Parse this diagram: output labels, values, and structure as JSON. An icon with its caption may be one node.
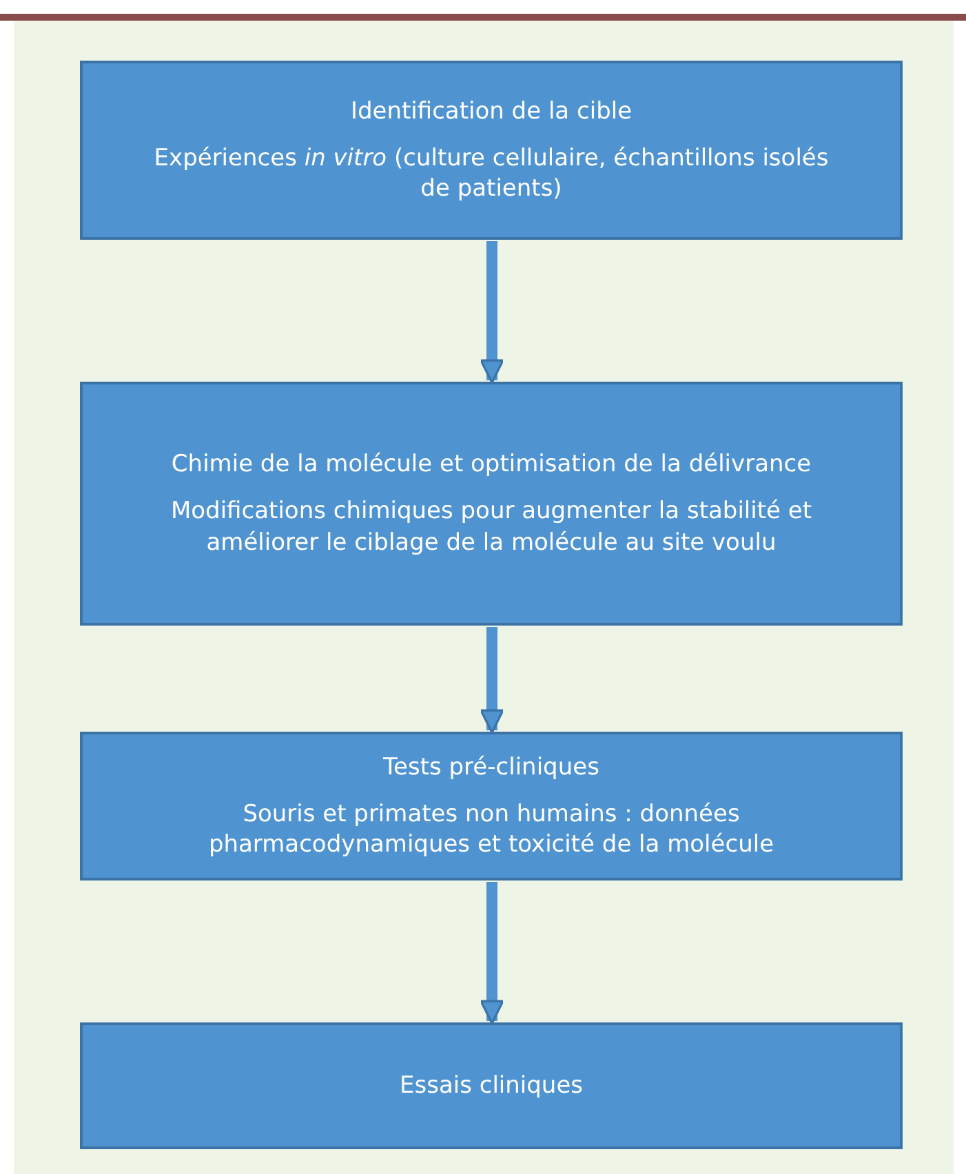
{
  "diagram": {
    "nodes": [
      {
        "text": [
          "Identification de la cible",
          "Expériences *in vitro* (culture cellulaire, échantillons isolés de patients)"
        ]
      },
      {
        "text": [
          "Chimie de la molécule et optimisation de la délivrance",
          "Modifications chimiques pour augmenter la stabilité et améliorer le ciblage de la molécule au site voulu"
        ]
      },
      {
        "text": [
          "Tests pré-cliniques",
          "Souris et primates non humains : données pharmacodynamiques et toxicité de la molécule"
        ]
      },
      {
        "text": [
          "Essais cliniques"
        ]
      }
    ],
    "edges": [
      {
        "from": 0,
        "to": 1,
        "arrow": "to"
      },
      {
        "from": 1,
        "to": 2,
        "arrow": "to"
      },
      {
        "from": 2,
        "to": 3,
        "arrow": "to"
      }
    ]
  }
}
